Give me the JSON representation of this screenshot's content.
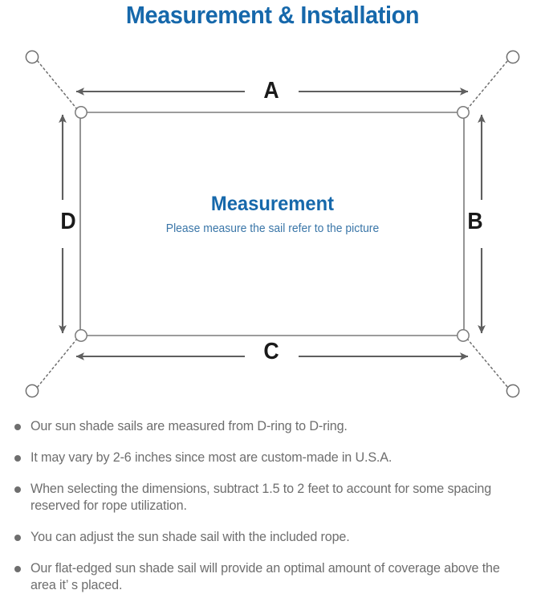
{
  "page": {
    "title": "Measurement & Installation",
    "background_color": "#ffffff",
    "title_color": "#1668ab",
    "line_color": "#6e6e6e",
    "body_text_color": "#6e6e6e"
  },
  "diagram": {
    "name": "sun-shade-sail-measurement-diagram",
    "center_title": "Measurement",
    "center_subtitle": "Please measure the sail refer to the picture",
    "center_title_color": "#1668ab",
    "center_subtitle_color": "#3a76a8",
    "dimension_labels": {
      "top": "A",
      "right": "B",
      "bottom": "C",
      "left": "D"
    },
    "dimension_label_color": "#1a1a1a",
    "sail": {
      "shape": "rectangle",
      "corner_rings": 4,
      "ring_label": "D-ring"
    },
    "anchor_points": {
      "count": 4,
      "connector_style": "dotted-rope"
    }
  },
  "notes": [
    {
      "text": "Our sun shade sails are measured from D-ring to D-ring."
    },
    {
      "text": "It may vary by 2-6 inches since most are custom-made in U.S.A."
    },
    {
      "text": "When selecting the dimensions, subtract 1.5 to 2 feet to account for some spacing reserved for rope utilization."
    },
    {
      "text": "You can adjust the sun shade sail with the included rope."
    },
    {
      "text": "Our flat-edged sun shade sail will provide an optimal amount of coverage above the area it’ s placed."
    }
  ]
}
